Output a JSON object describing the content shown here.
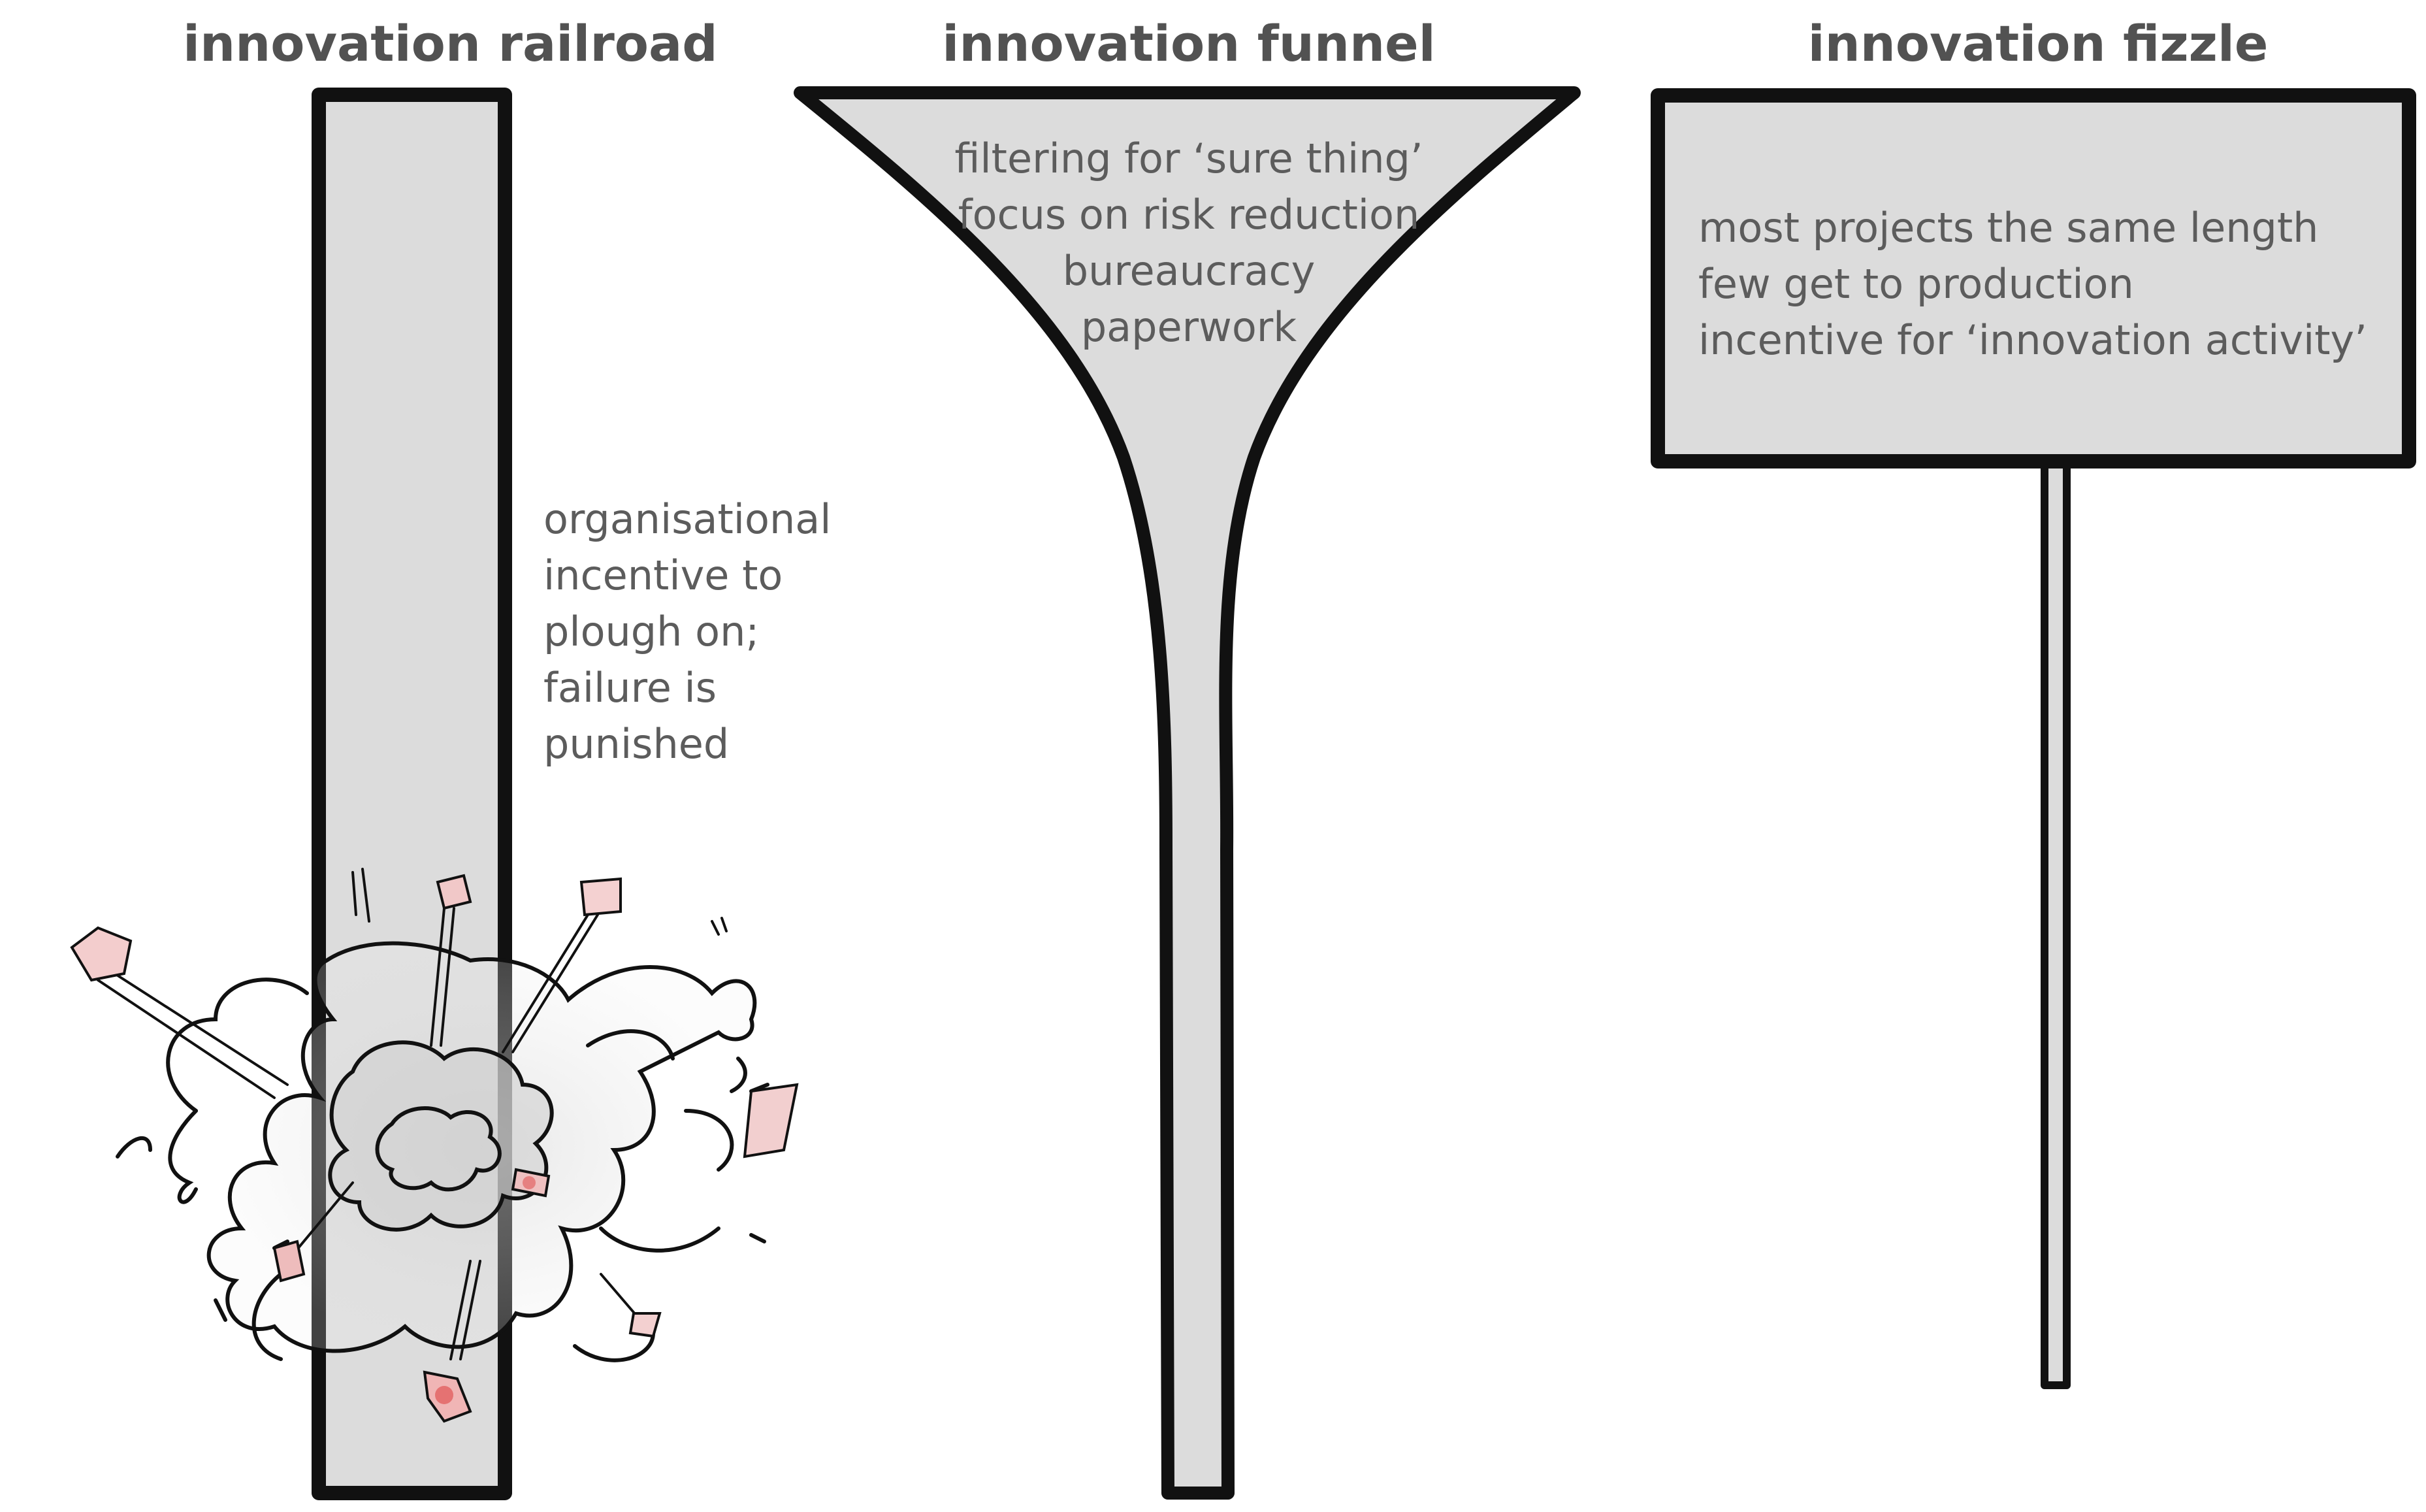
{
  "railroad": {
    "title": "innovation railroad",
    "note": [
      "organisational",
      "incentive to",
      "plough on;",
      "failure is",
      "punished"
    ]
  },
  "funnel": {
    "title": "innovation funnel",
    "lines": [
      "filtering for ‘sure thing’",
      "focus on risk reduction",
      "bureaucracy",
      "paperwork"
    ]
  },
  "fizzle": {
    "title": "innovation fizzle",
    "lines": [
      "most projects the same length",
      "few get to production",
      "incentive for ‘innovation activity’"
    ]
  },
  "colors": {
    "shape_fill": "#dcdcdc",
    "outline": "#111111",
    "text": "#5c5c5c",
    "title": "#525252",
    "debris": "#e8a9a9"
  }
}
